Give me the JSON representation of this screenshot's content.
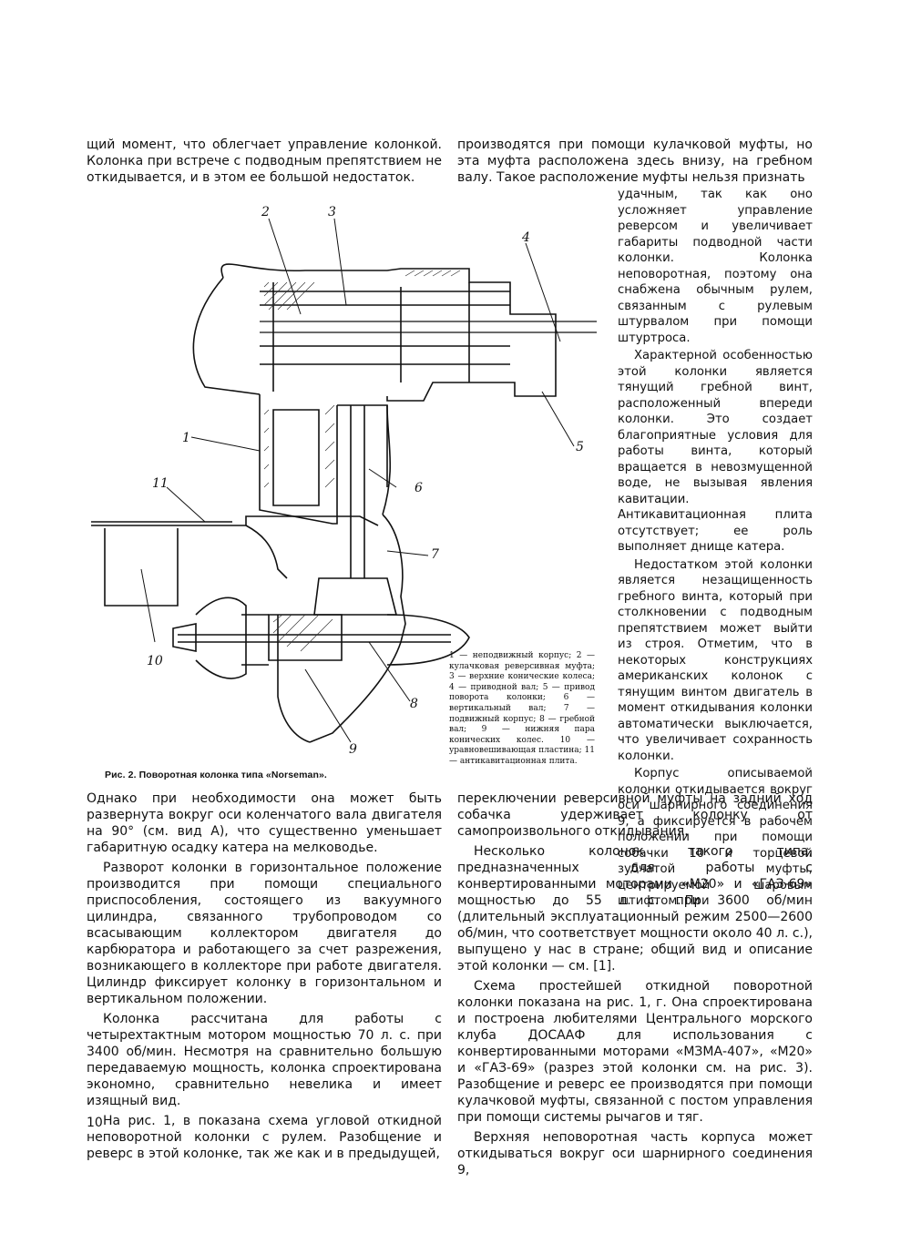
{
  "left_top": [
    "щий момент, что облегчает управление колонкой. Колонка при встрече с подводным препятствием не откидывается, и в этом ее большой недостаток."
  ],
  "right_top_full": "производятся при помощи кулачковой муфты, но эта муфта расположена здесь внизу, на гребном валу. Такое расположение муфты нельзя признать",
  "right_narrow": [
    "удачным, так как оно усложняет управление реверсом и увеличивает габариты подводной части колонки. Колонка неповоротная, поэтому она снабжена обычным рулем, связанным с рулевым штурвалом при помощи штуртроса.",
    "Характерной особенностью этой колонки является тянущий гребной винт, расположенный впереди колонки. Это создает благоприятные условия для работы винта, который вращается в невозмущенной воде, не вызывая явления кавитации. Антикавитационная плита отсутствует; ее роль выполняет днище катера.",
    "Недостатком этой колонки является незащищенность гребного винта, который при столкновении с подводным препятствием может выйти из строя. Отметим, что в некоторых конструкциях американских колонок с тянущим винтом двигатель в момент откидывания колонки автоматически выключается, что увеличивает сохранность колонки.",
    "Корпус описываемой колонки откидывается вокруг оси шарнирного соединения 9, а фиксируется в рабочем положении при помощи собачки 10 и торцевой зубчатой муфты, центрируемой шаровым штифтом. При"
  ],
  "figure": {
    "labels": [
      "2",
      "3",
      "4",
      "1",
      "6",
      "5",
      "11",
      "7",
      "10",
      "8",
      "9"
    ],
    "legend": "1 — неподвижный корпус; 2 — кулачковая реверсивная муфта; 3 — верхние конические колеса; 4 — приводной вал; 5 — привод поворота колонки; 6 — вертикальный вал; 7 — подвижный корпус; 8 — гребной вал; 9 — нижняя пара конических колес. 10 — уравновешивающая пластина; 11 — антикавитационная плита.",
    "caption": "Рис. 2. Поворотная колонка типа «Norseman»."
  },
  "left_bottom": [
    "Однако при необходимости она может быть развернута вокруг оси коленчатого вала двигателя на 90° (см. вид А), что существенно уменьшает габаритную осадку катера на мелководье.",
    "Разворот колонки в горизонтальное положение производится при помощи специального приспособления, состоящего из вакуумного цилиндра, связанного трубопроводом со всасывающим коллектором двигателя до карбюратора и работающего за счет разрежения, возникающего в коллекторе при работе двигателя. Цилиндр фиксирует колонку в горизонтальном и вертикальном положении.",
    "Колонка рассчитана для работы с четырехтактным мотором мощностью 70 л. с. при 3400 об/мин. Несмотря на сравнительно большую передаваемую мощность, колонка спроектирована экономно, сравнительно невелика и имеет изящный вид.",
    "На рис. 1, в показана схема угловой откидной неповоротной колонки с рулем. Разобщение и реверс в этой колонке, так же как и в предыдущей,"
  ],
  "right_bottom": [
    "переключении реверсивной муфты на задний ход собачка удерживает колонку от самопроизвольного откидывания.",
    "Несколько колонок такого типа, предназначенных для работы с конвертированными моторами «М20» и «ГАЗ-69» мощностью до 55 л. с. при 3600 об/мин (длительный эксплуатационный режим 2500—2600 об/мин, что соответствует мощности около 40 л. с.), выпущено у нас в стране; общий вид и описание этой колонки — см. [1].",
    "Схема простейшей откидной поворотной колонки показана на рис. 1, г. Она спроектирована и построена любителями Центрального морского клуба ДОСААФ для использования с конвертированными моторами «МЗМА-407», «М20» и «ГАЗ-69» (разрез этой колонки см. на рис. 3). Разобщение и реверс ее производятся при помощи кулачковой муфты, связанной с постом управления при помощи системы рычагов и тяг.",
    "Верхняя неповоротная часть корпуса может откидываться вокруг оси шарнирного соединения 9,"
  ],
  "page_number": "10"
}
